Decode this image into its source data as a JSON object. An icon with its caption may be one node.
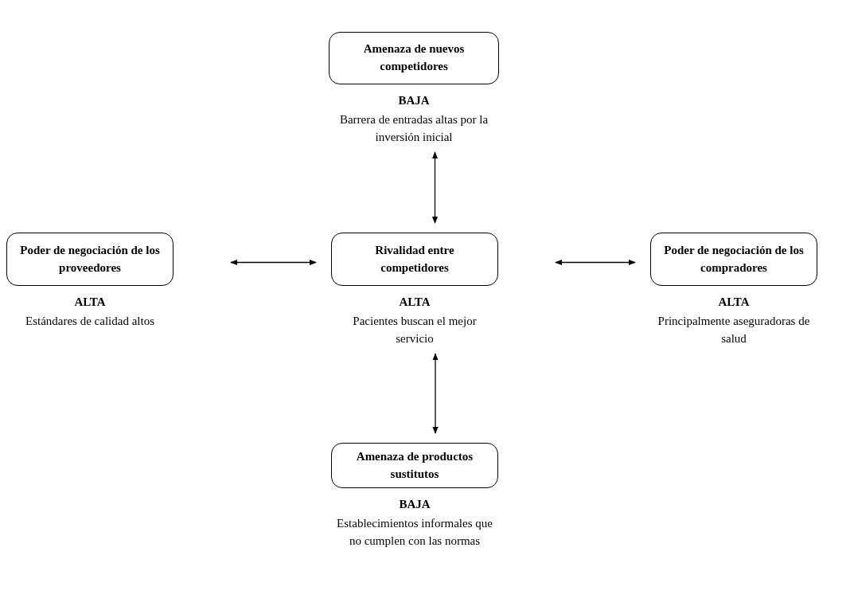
{
  "diagram": {
    "nodes": [
      {
        "text": [
          "Amenaza de nuevos competidores"
        ],
        "beside": [
          "BAJA",
          "Barrera de entradas altas por la inversión inicial"
        ]
      },
      {
        "text": [
          "Poder de negociación de los proveedores"
        ],
        "beside": [
          "ALTA",
          "Estándares de calidad altos"
        ]
      },
      {
        "text": [
          "Rivalidad entre competidores"
        ],
        "beside": [
          "ALTA",
          "Pacientes buscan el mejor servicio"
        ]
      },
      {
        "text": [
          "Poder de negociación de los compradores"
        ],
        "beside": [
          "ALTA",
          "Principalmente aseguradoras de salud"
        ]
      },
      {
        "text": [
          "Amenaza de productos sustitutos"
        ],
        "beside": [
          "BAJA",
          "Establecimientos informales que no cumplen con las normas"
        ]
      }
    ],
    "edges": [
      {
        "from": 0,
        "to": 2,
        "arrow": "both"
      },
      {
        "from": 1,
        "to": 2,
        "arrow": "both"
      },
      {
        "from": 2,
        "to": 3,
        "arrow": "both"
      },
      {
        "from": 2,
        "to": 4,
        "arrow": "both"
      }
    ]
  }
}
